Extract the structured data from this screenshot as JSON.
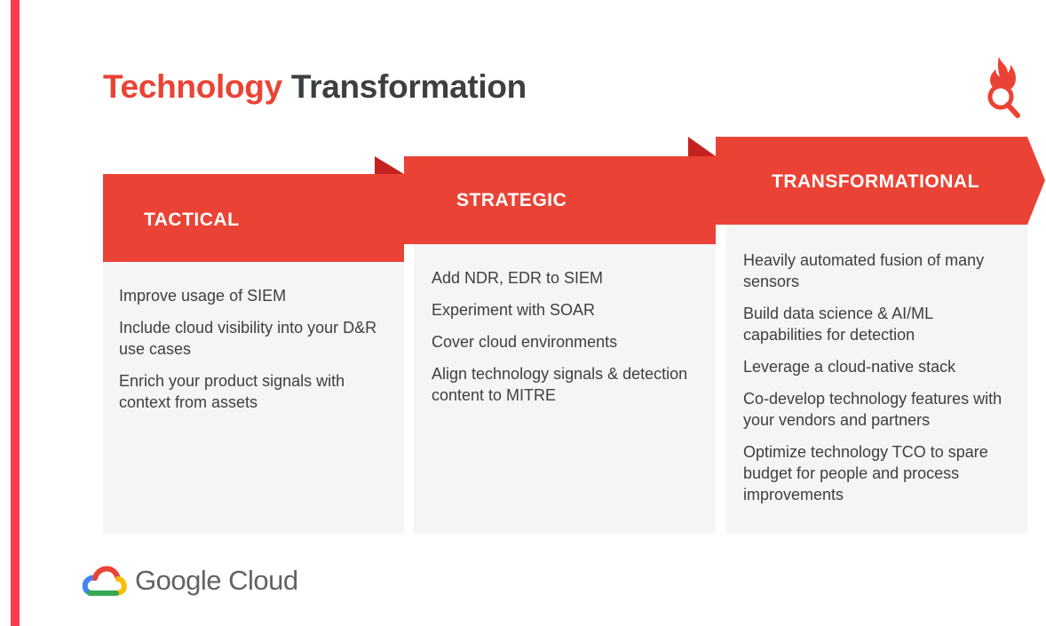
{
  "colors": {
    "accent_red": "#ea4335",
    "fold_red": "#c5221f",
    "left_bar": "#fb3b4e",
    "panel_bg": "#f5f5f5",
    "title_dark": "#3c4043",
    "body_text": "#3c4043"
  },
  "title": {
    "highlight": "Technology",
    "rest": "Transformation"
  },
  "logo_icon": "flame-magnifier-icon",
  "stages": [
    {
      "label": "TACTICAL",
      "items": [
        "Improve usage of SIEM",
        "Include cloud visibility into your D&R use cases",
        "Enrich your product signals with context from assets"
      ]
    },
    {
      "label": "STRATEGIC",
      "items": [
        "Add NDR, EDR to SIEM",
        "Experiment with SOAR",
        "Cover cloud environments",
        "Align technology signals & detection content to MITRE"
      ]
    },
    {
      "label": "TRANSFORMATIONAL",
      "items": [
        "Heavily automated fusion of many sensors",
        "Build data science & AI/ML capabilities for detection",
        "Leverage a cloud-native stack",
        "Co-develop technology features with your vendors and partners",
        "Optimize technology TCO to spare budget for people and process improvements"
      ]
    }
  ],
  "footer": {
    "brand": "Google Cloud",
    "brand_icon": "google-cloud-logo-icon"
  }
}
